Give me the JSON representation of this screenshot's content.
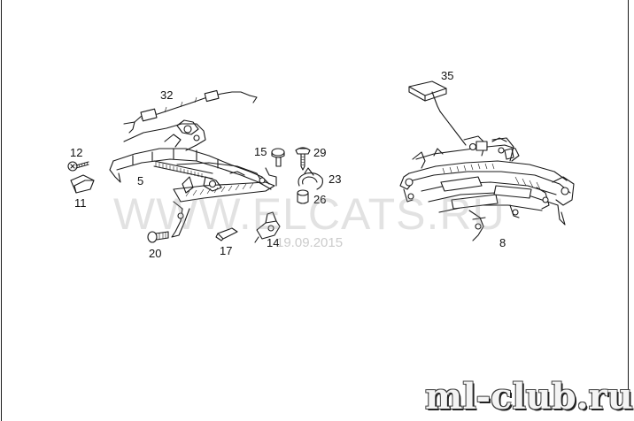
{
  "callouts": {
    "c32": "32",
    "c12": "12",
    "c5": "5",
    "c11": "11",
    "c15": "15",
    "c29": "29",
    "c23": "23",
    "c26": "26",
    "c20": "20",
    "c17": "17",
    "c14": "14",
    "c35": "35",
    "c8": "8"
  },
  "watermark": {
    "text": "WWW.ELCATS.RU",
    "date": "19.09.2015"
  },
  "brand_logo_text": "ml-club.ru",
  "colors": {
    "line": "#1a1a1a",
    "background": "#ffffff",
    "watermark": "#969696"
  }
}
